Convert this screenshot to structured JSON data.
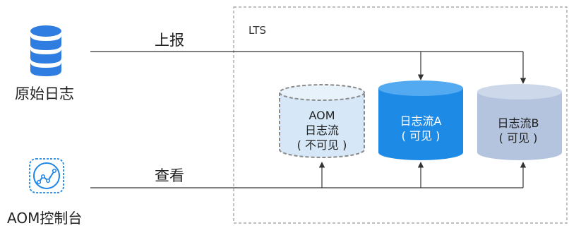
{
  "left": {
    "raw_logs_label": "原始日志",
    "console_label": "AOM控制台"
  },
  "arrows": {
    "report_label": "上报",
    "view_label": "查看"
  },
  "lts": {
    "label": "LTS",
    "streams": [
      {
        "lines": [
          "AOM",
          "日志流",
          "( 不可见 )"
        ],
        "style": "hidden"
      },
      {
        "lines": [
          "日志流A",
          "( 可见 )"
        ],
        "style": "visible-a"
      },
      {
        "lines": [
          "日志流B",
          "( 可见 )"
        ],
        "style": "visible-b"
      }
    ]
  },
  "colors": {
    "db_icon": "#2f7de1",
    "console_icon": "#1e86e6",
    "hidden_fill": "#d6e8f8",
    "stream_a_fill": "#1d8ae6",
    "stream_b_fill": "#b4c4de",
    "line": "#333333",
    "dashed_border": "#999999"
  }
}
